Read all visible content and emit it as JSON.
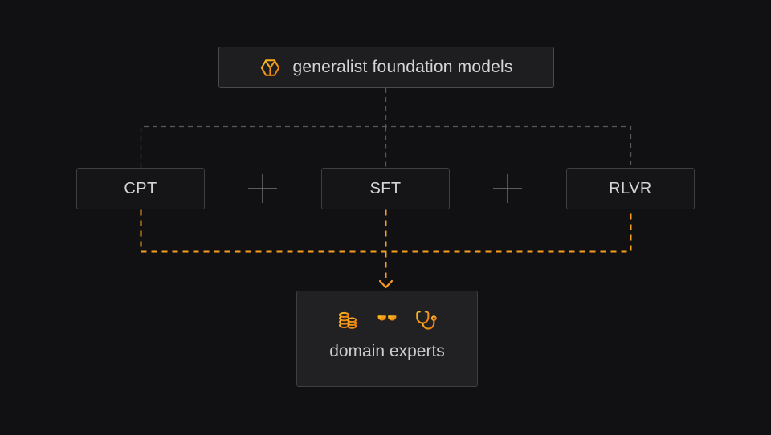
{
  "diagram": {
    "top_box": {
      "label": "generalist foundation models",
      "icon": "cube-icon"
    },
    "stages": [
      {
        "label": "CPT"
      },
      {
        "label": "SFT"
      },
      {
        "label": "RLVR"
      }
    ],
    "separators": [
      {
        "icon": "plus-icon"
      },
      {
        "icon": "plus-icon"
      }
    ],
    "output_box": {
      "label": "domain experts",
      "icons": [
        "coins-icon",
        "scale-icon",
        "stethoscope-icon"
      ]
    },
    "flow": "generalist foundation models -> (CPT + SFT + RLVR) -> domain experts"
  },
  "colors": {
    "background": "#111113",
    "box-bg": "#1e1e20",
    "stage-bg": "#151517",
    "output-bg": "#212124",
    "box-border": "#4a4a4d",
    "stage-border": "#3f3f42",
    "text": "#d5d5d7",
    "connector": "#58585a",
    "orange": "#f59e20",
    "icon-amber": "#fbbf24",
    "icon-orange": "#ea770c",
    "plus": "#737376"
  }
}
